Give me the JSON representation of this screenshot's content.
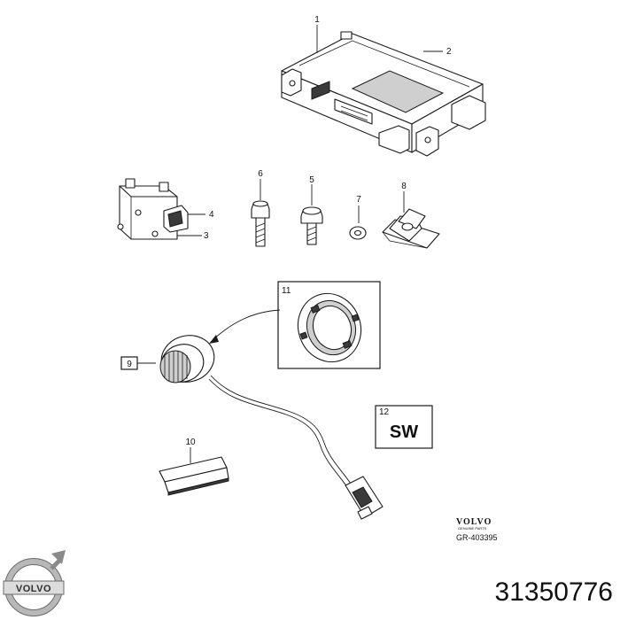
{
  "callouts": [
    "1",
    "2",
    "3",
    "4",
    "5",
    "6",
    "7",
    "8",
    "9",
    "10",
    "11",
    "12"
  ],
  "kit_label": "SW",
  "brand_block": {
    "brand": "VOLVO",
    "sub": "GENUINE PARTS",
    "reference": "GR-403395"
  },
  "footer": {
    "logo_text": "VOLVO",
    "part_number": "31350776"
  },
  "colors": {
    "line": "#1a1a1a",
    "shade": "#cfcfcf",
    "logo_silver": "#b8b8b8"
  },
  "icons": [
    "control-module",
    "relay-unit",
    "bolt-long",
    "bolt-short",
    "washer",
    "clip-nut",
    "sensor-bezel",
    "mounting-ring",
    "tape-pad",
    "volvo-logo"
  ]
}
